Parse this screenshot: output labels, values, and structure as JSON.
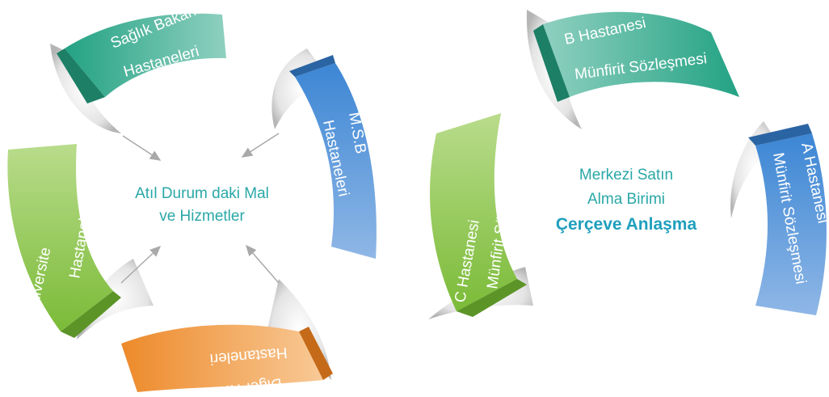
{
  "left_diagram": {
    "center_lines": [
      "Atıl Durum daki Mal",
      "ve Hizmetler"
    ],
    "units": [
      {
        "lines": [
          "Sağlık Bakanlığı",
          "Hastaneleri"
        ],
        "color": "#2fae8e"
      },
      {
        "lines": [
          "M.S.B",
          "Hastaneleri"
        ],
        "color": "#4a8fd6"
      },
      {
        "lines": [
          "Üniversite",
          "Hastaneleri"
        ],
        "color": "#8cc24a"
      },
      {
        "lines": [
          "Diğer Kamu",
          "Hastaneleri"
        ],
        "color": "#f19a3e"
      }
    ]
  },
  "right_diagram": {
    "center_lines": [
      "Merkezi Satın",
      "Alma Birimi"
    ],
    "center_emphasis": "Çerçeve Anlaşma",
    "units": [
      {
        "lines": [
          "B Hastanesi",
          "Münfirit Sözleşmesi"
        ],
        "color": "#2fae8e"
      },
      {
        "lines": [
          "A Hastanesi",
          "Münfirit Sözleşmesi"
        ],
        "color": "#4a8fd6"
      },
      {
        "lines": [
          "C Hastanesi",
          "Münfirit Sözleşmesi"
        ],
        "color": "#8cc24a"
      }
    ]
  }
}
